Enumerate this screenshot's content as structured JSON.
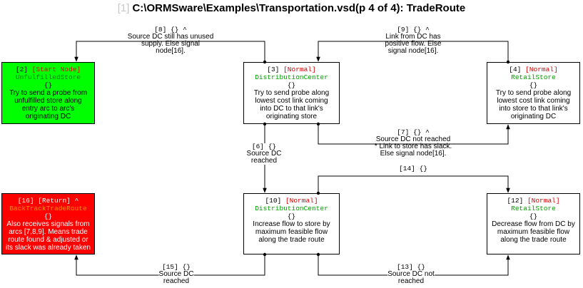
{
  "title": {
    "number": "[1]",
    "text": "C:\\ORMSware\\Examples\\Transportation.vsd(p 4 of 4): TradeRoute"
  },
  "nodes": [
    {
      "key": "n2",
      "id": "[2]",
      "type": "[Start Node]",
      "name": "UnfulfilledStore",
      "braces": "{}",
      "desc": [
        "Try to send a probe from",
        "unfulfilled store along",
        "entry arc to arc's",
        "originating DC"
      ],
      "color": "green"
    },
    {
      "key": "n3",
      "id": "[3]",
      "type": "[Normal]",
      "name": "DistributionCenter",
      "braces": "{}",
      "desc": [
        "Try to send probe along",
        "lowest cost link coming",
        "into DC to that link's",
        "originating store"
      ],
      "color": "white"
    },
    {
      "key": "n4",
      "id": "[4]",
      "type": "[Normal]",
      "name": "RetailStore",
      "braces": "{}",
      "desc": [
        "Try to send probe along",
        "lowest cost link coming",
        "into store to that link's",
        "originating DC"
      ],
      "color": "white"
    },
    {
      "key": "n16",
      "id": "[16]",
      "type": "[Return]",
      "name": "BackTrackTradeRoute",
      "braces": "{}",
      "desc": [
        "Also receives signals from",
        "arcs [7,8,9]. Means trade",
        "route found & adjusted or",
        "its slack was already taken"
      ],
      "color": "red",
      "suffix": "^"
    },
    {
      "key": "n10",
      "id": "[10]",
      "type": "[Normal]",
      "name": "DistributionCenter",
      "braces": "{}",
      "desc": [
        "Increase flow to store by",
        "maximum feasible flow",
        "along the trade route"
      ],
      "color": "white"
    },
    {
      "key": "n12",
      "id": "[12]",
      "type": "[Normal]",
      "name": "RetailStore",
      "braces": "{}",
      "desc": [
        "Decrease flow from DC by",
        "maximum feasible flow",
        "along the trade route"
      ],
      "color": "white"
    }
  ],
  "arcs": [
    {
      "key": "a8",
      "head": "[8] {} ^",
      "lines": [
        "Source DC still has unused",
        "supply. Else signal",
        "node[16]."
      ]
    },
    {
      "key": "a9",
      "head": "[9] {} ^",
      "lines": [
        "Link from  DC has",
        "positive flow. Else",
        "signal node[16]."
      ]
    },
    {
      "key": "a6",
      "head": "[6] {}",
      "lines": [
        "Source DC",
        "reached"
      ]
    },
    {
      "key": "a7",
      "head": "[7] {} ^",
      "lines": [
        "Source DC not reached",
        "* Link to store has slack.",
        "Else signal node[16]."
      ]
    },
    {
      "key": "a14",
      "head": "[14] {}",
      "lines": []
    },
    {
      "key": "a15",
      "head": "[15] {}",
      "lines": [
        "Source DC",
        "reached"
      ]
    },
    {
      "key": "a13",
      "head": "[13] {}",
      "lines": [
        "Source DC not",
        "reached"
      ]
    }
  ]
}
